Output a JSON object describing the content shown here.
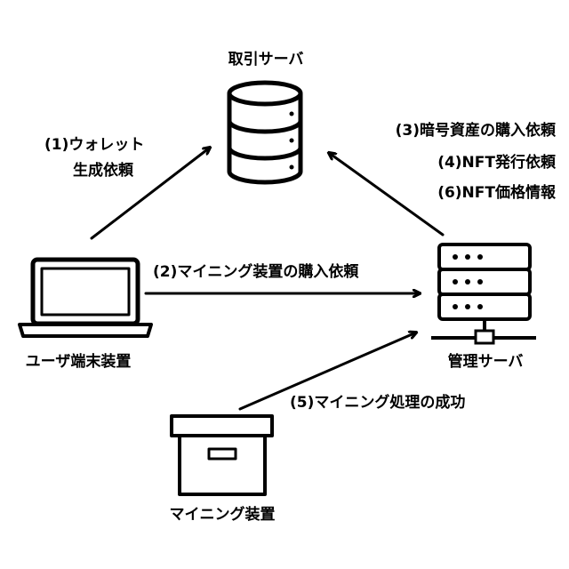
{
  "nodes": {
    "exchange_server": {
      "label": "取引サーバ",
      "icon": "database-icon"
    },
    "user_terminal": {
      "label": "ユーザ端末装置",
      "icon": "laptop-icon"
    },
    "management_server": {
      "label": "管理サーバ",
      "icon": "server-rack-icon"
    },
    "mining_device": {
      "label": "マイニング装置",
      "icon": "storage-box-icon"
    }
  },
  "edges": {
    "e1": {
      "lines": [
        "(1)ウォレット",
        "生成依頼"
      ]
    },
    "e2": {
      "label": "(2)マイニング装置の購入依頼"
    },
    "e3": {
      "lines": [
        "(3)暗号資産の購入依頼",
        "(4)NFT発行依頼",
        "(6)NFT価格情報"
      ]
    },
    "e5": {
      "label": "(5)マイニング処理の成功"
    }
  },
  "colors": {
    "stroke": "#000000",
    "background": "#ffffff"
  }
}
